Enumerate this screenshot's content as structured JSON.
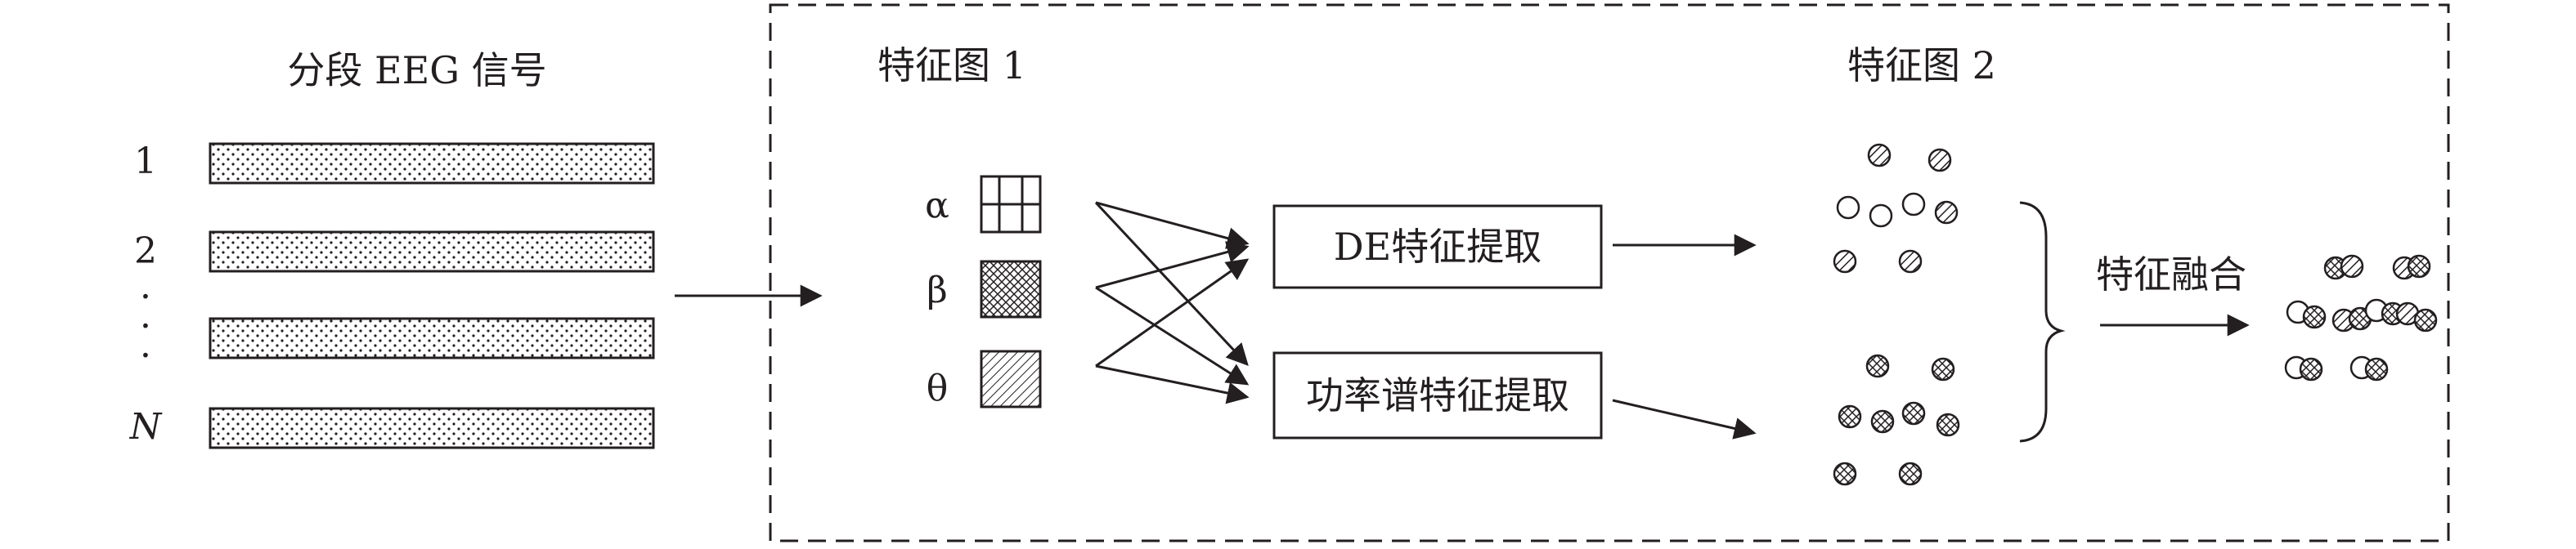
{
  "segments_title": "分段 EEG 信号",
  "segment_labels": [
    "1",
    "2",
    "N"
  ],
  "vertical_dots": "·",
  "feature_map_1": "特征图 1",
  "feature_map_2": "特征图 2",
  "bands": [
    "α",
    "β",
    "θ"
  ],
  "de_box": "DE特征提取",
  "power_box": "功率谱特征提取",
  "fusion_label": "特征融合",
  "colors": {
    "ink": "#231f20",
    "background": "#ffffff"
  }
}
